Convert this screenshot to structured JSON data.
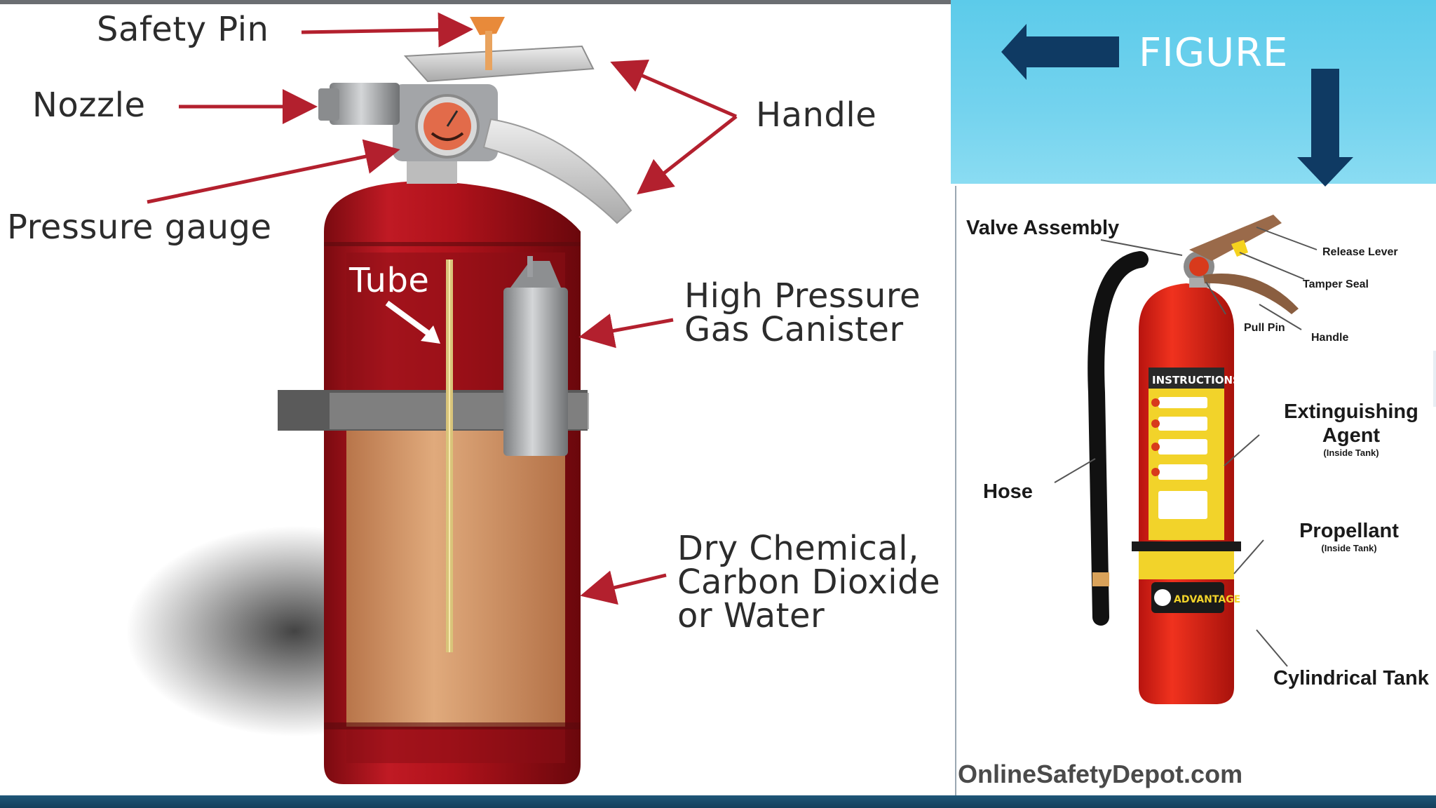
{
  "header": {
    "title": "FIGURE"
  },
  "left_diagram": {
    "labels": {
      "safety_pin": "Safety Pin",
      "nozzle": "Nozzle",
      "handle": "Handle",
      "pressure_gauge": "Pressure gauge",
      "tube": "Tube",
      "gas_canister": [
        "High Pressure",
        "Gas Canister"
      ],
      "contents": [
        "Dry Chemical,",
        "Carbon Dioxide",
        "or Water"
      ]
    }
  },
  "right_diagram": {
    "labels": {
      "valve_assembly": "Valve Assembly",
      "release_lever": "Release Lever",
      "tamper_seal": "Tamper Seal",
      "pull_pin": "Pull Pin",
      "handle": "Handle",
      "extinguishing_agent": [
        "Extinguishing",
        "Agent"
      ],
      "extinguishing_agent_note": "(Inside Tank)",
      "hose": "Hose",
      "propellant": "Propellant",
      "propellant_note": "(Inside Tank)",
      "cylindrical_tank": "Cylindrical Tank"
    },
    "instructions_title": "INSTRUCTIONS",
    "brand": "ADVANTAGE",
    "website": "OnlineSafetyDepot.com"
  },
  "colors": {
    "arrow_navy": "#0f3a63",
    "sky": "#5ccbea",
    "red_arrow": "#b3202e",
    "cylinder_red": "#b3141c",
    "bottom_bar": "#1c4f6e"
  }
}
